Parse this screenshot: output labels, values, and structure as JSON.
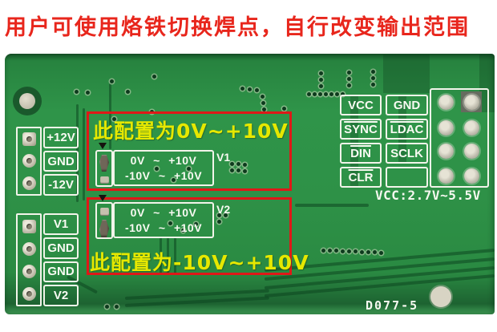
{
  "title": "用户可使用烙铁切换焊点，自行改变输出范围",
  "pcb": {
    "power_header": {
      "labels": [
        "+12V",
        "GND",
        "-12V"
      ]
    },
    "output_header": {
      "labels": [
        "V1",
        "GND",
        "GND",
        "V2"
      ]
    },
    "config_v1": {
      "caption": "此配置为0V~+10V",
      "channel": "V1",
      "option_top": "0V ~ +10V",
      "option_bottom": "-10V ~ +10V"
    },
    "config_v2": {
      "caption": "此配置为-10V~+10V",
      "channel": "V2",
      "option_top": "0V ~ +10V",
      "option_bottom": "-10V ~ +10V"
    },
    "signal_labels": {
      "vcc": "VCC",
      "gnd": "GND",
      "sync": "SYNC",
      "ldac": "LDAC",
      "din": "DIN",
      "sclk": "SCLK",
      "clr": "CLR"
    },
    "supply_range": "VCC:2.7V~5.5V",
    "part_number": "D077-5"
  },
  "colors": {
    "board_green": "#2e9148",
    "silkscreen_white": "#f6f8f0",
    "annotation_red": "#df1818",
    "caption_yellow": "#e6e800",
    "title_red": "#e8261c"
  }
}
